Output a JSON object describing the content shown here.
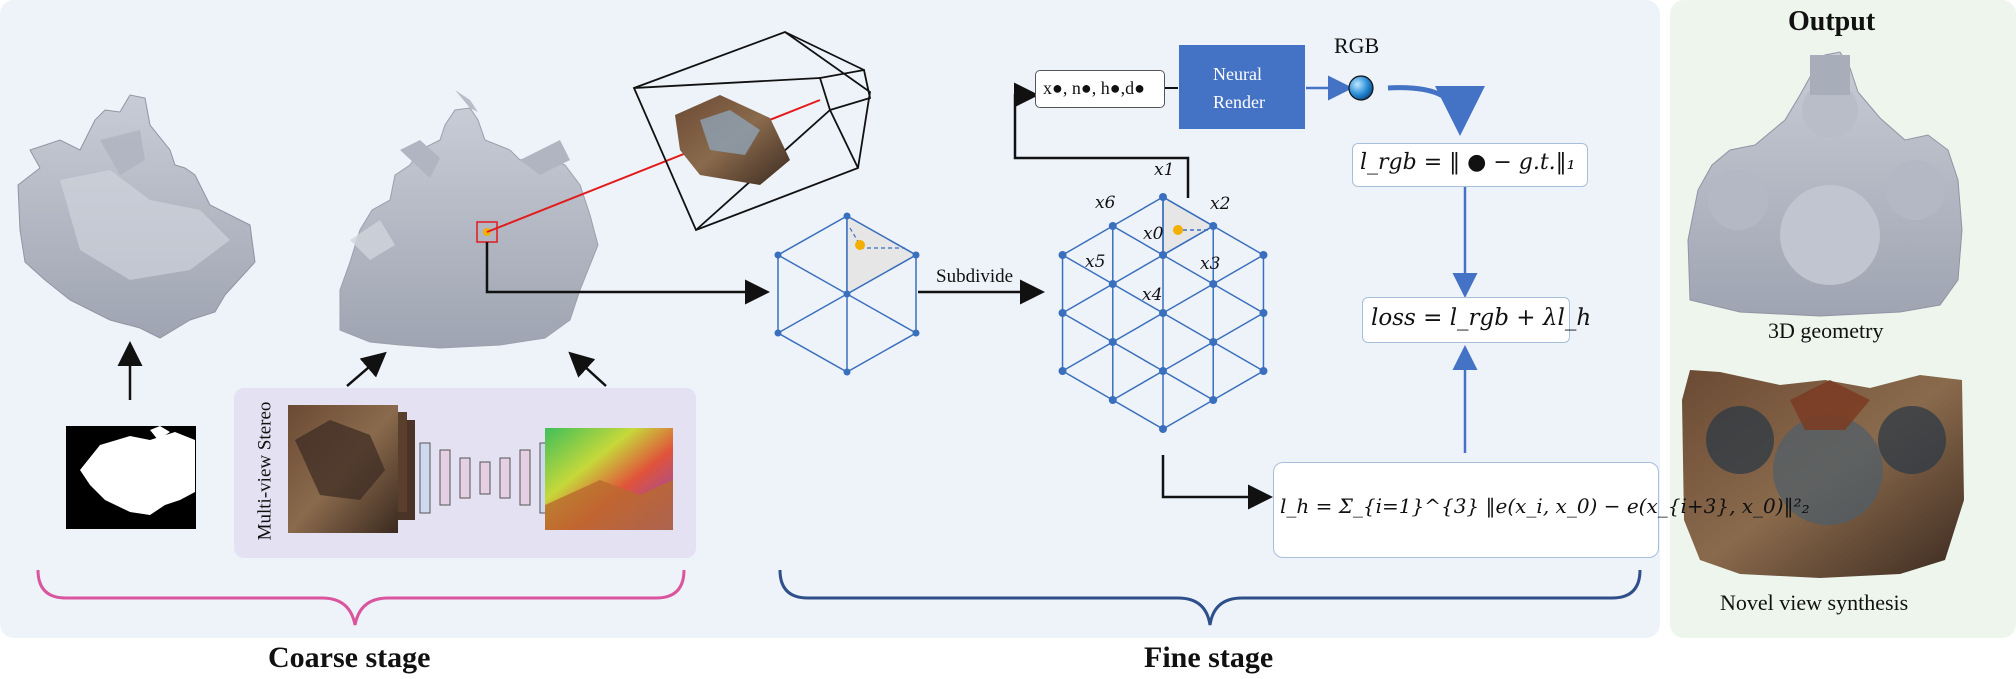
{
  "coarse_stage": {
    "label": "Coarse stage",
    "mvs_label": "Multi-view Stereo"
  },
  "fine_stage": {
    "label": "Fine stage",
    "subdivide_label": "Subdivide",
    "features_label": "x●, n●, h●,d●",
    "neural_render_line1": "Neural",
    "neural_render_line2": "Render",
    "rgb_label": "RGB",
    "vertex_labels": [
      "x1",
      "x2",
      "x3",
      "x4",
      "x5",
      "x6",
      "x0"
    ],
    "loss_rgb": "l_rgb = ‖ ● − g.t.‖₁",
    "loss_total": "loss = l_rgb + λl_h",
    "loss_h": "l_h = Σ_{i=1}^{3} ‖e(x_i, x_0) − e(x_{i+3}, x_0)‖²₂"
  },
  "output": {
    "title": "Output",
    "geometry_caption": "3D geometry",
    "novel_view_caption": "Novel view synthesis"
  },
  "colors": {
    "main_panel": "#eef3fa",
    "output_panel": "#eef5ec",
    "coarse_brace": "#d9569f",
    "fine_brace": "#2f4f8a",
    "mesh_blue": "#3a6fbd",
    "neural_box": "#4472c4",
    "red_line": "#e21b1b",
    "highlight": "#f3b000"
  }
}
